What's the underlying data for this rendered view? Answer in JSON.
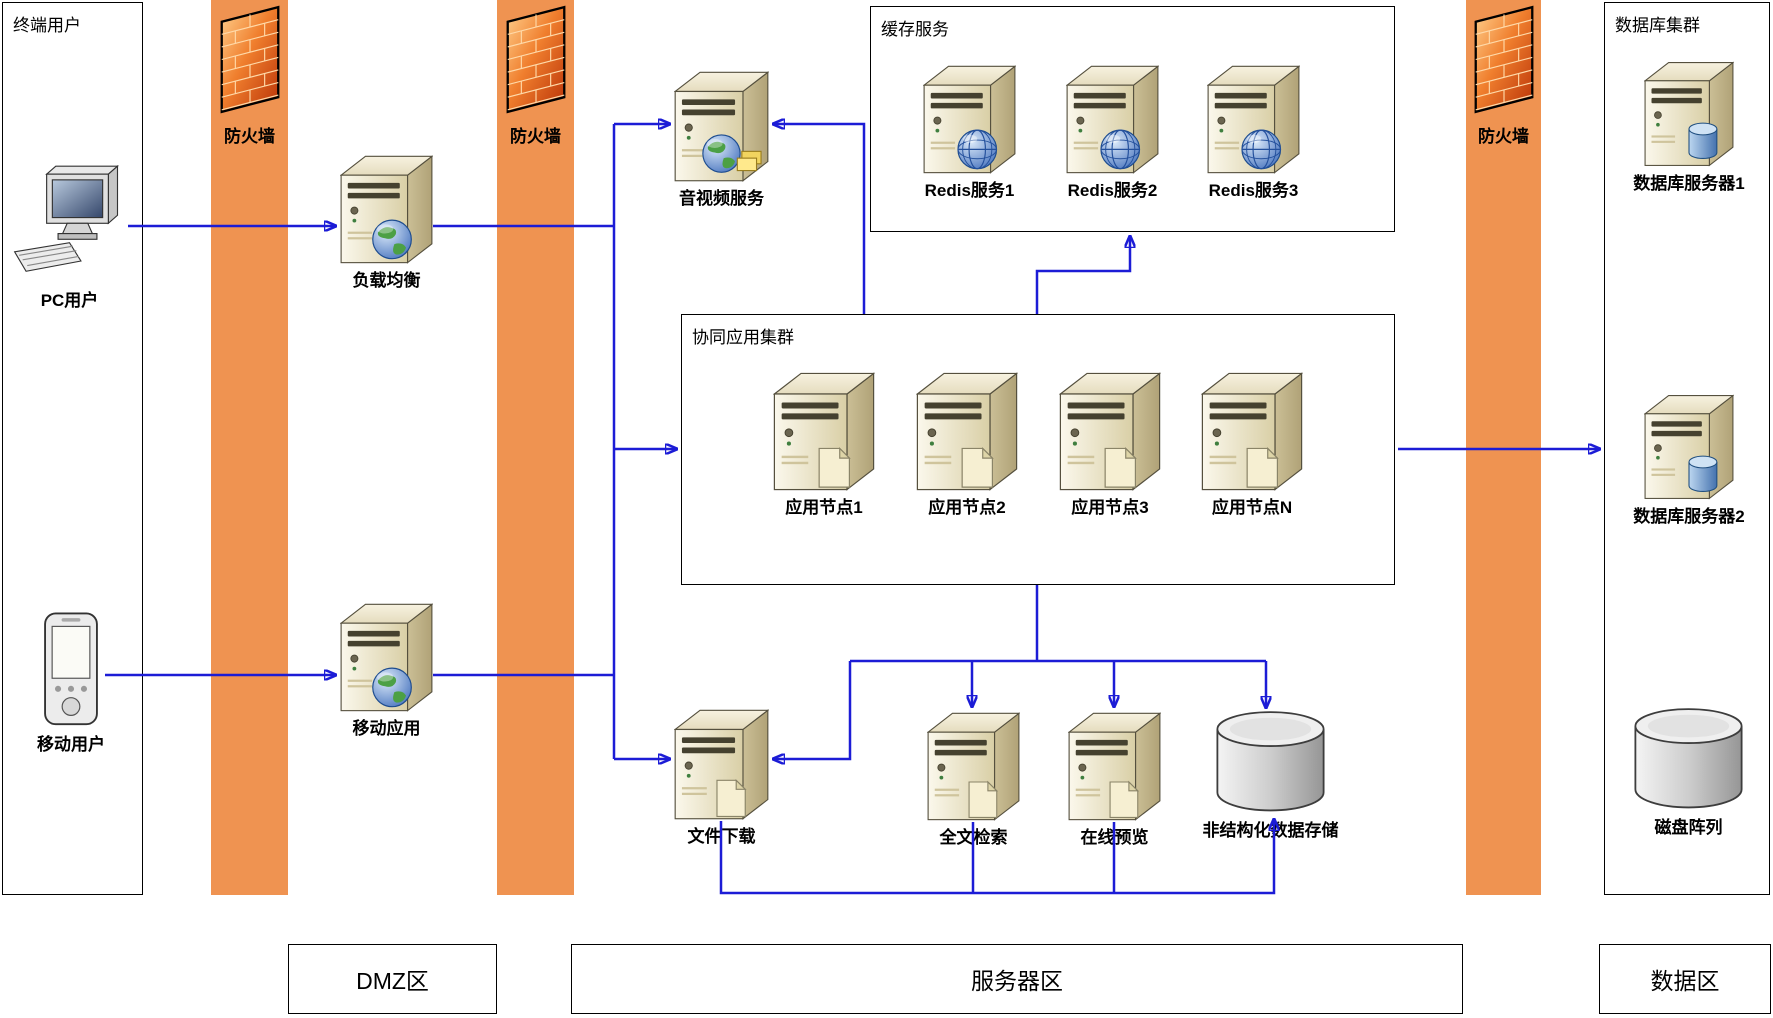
{
  "colors": {
    "arrow": "#1c1cd6",
    "firewall_bar": "#ef9351",
    "server_beige": "#e9e0c3",
    "zone_border": "#000000"
  },
  "zones": {
    "terminal_users": {
      "label": "终端用户"
    },
    "cache_service": {
      "label": "缓存服务"
    },
    "app_cluster": {
      "label": "协同应用集群"
    },
    "database_cluster": {
      "label": "数据库集群"
    },
    "dmz": {
      "label": "DMZ区"
    },
    "server_area": {
      "label": "服务器区"
    },
    "data_area": {
      "label": "数据区"
    }
  },
  "firewalls": [
    {
      "label": "防火墙"
    },
    {
      "label": "防火墙"
    },
    {
      "label": "防火墙"
    }
  ],
  "nodes": {
    "pc_user": {
      "label": "PC用户"
    },
    "mobile_user": {
      "label": "移动用户"
    },
    "load_balancer": {
      "label": "负载均衡"
    },
    "mobile_app": {
      "label": "移动应用"
    },
    "av_service": {
      "label": "音视频服务"
    },
    "redis1": {
      "label": "Redis服务1"
    },
    "redis2": {
      "label": "Redis服务2"
    },
    "redis3": {
      "label": "Redis服务3"
    },
    "app_node1": {
      "label": "应用节点1"
    },
    "app_node2": {
      "label": "应用节点2"
    },
    "app_node3": {
      "label": "应用节点3"
    },
    "app_nodeN": {
      "label": "应用节点N"
    },
    "file_download": {
      "label": "文件下载"
    },
    "fulltext_search": {
      "label": "全文检索"
    },
    "online_preview": {
      "label": "在线预览"
    },
    "unstructured_storage": {
      "label": "非结构化数据存储"
    },
    "db_server1": {
      "label": "数据库服务器1"
    },
    "db_server2": {
      "label": "数据库服务器2"
    },
    "disk_array": {
      "label": "磁盘阵列"
    }
  }
}
